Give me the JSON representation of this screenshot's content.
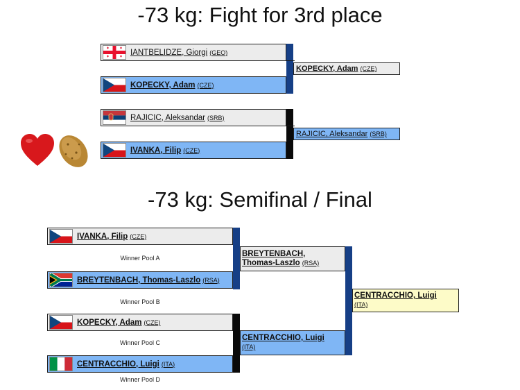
{
  "third_place": {
    "title": "-73 kg: Fight for 3rd place",
    "bout1": {
      "top": {
        "name": "IANTBELIDZE, Giorgi",
        "country": "(GEO)"
      },
      "bottom": {
        "name": "KOPECKY, Adam",
        "country": "(CZE)"
      },
      "winner": {
        "name": "KOPECKY, Adam",
        "country": "(CZE)"
      }
    },
    "bout2": {
      "top": {
        "name": "RAJICIC, Aleksandar",
        "country": "(SRB)"
      },
      "bottom": {
        "name": "IVANKA, Filip",
        "country": "(CZE)"
      },
      "winner": {
        "name": "RAJICIC, Aleksandar",
        "country": "(SRB)"
      }
    }
  },
  "final": {
    "title": "-73 kg: Semifinal / Final",
    "entries": [
      {
        "name": "IVANKA, Filip",
        "country": "(CZE)",
        "pool": "Winner Pool A"
      },
      {
        "name": "BREYTENBACH, Thomas-Laszlo",
        "country": "(RSA)",
        "pool": "Winner Pool B"
      },
      {
        "name": "KOPECKY, Adam",
        "country": "(CZE)",
        "pool": "Winner Pool C"
      },
      {
        "name": "CENTRACCHIO, Luigi",
        "country": "(ITA)",
        "pool": "Winner Pool D"
      }
    ],
    "semi1_winner": {
      "name_line1": "BREYTENBACH,",
      "name_line2": "Thomas-Laszlo",
      "country": "(RSA)"
    },
    "semi2_winner": {
      "name": "CENTRACCHIO, Luigi",
      "country": "(ITA)"
    },
    "champion": {
      "name": "CENTRACCHIO, Luigi",
      "country": "(ITA)"
    }
  },
  "colors": {
    "gray_slot": "#ececec",
    "blue_slot": "#7fb6f5",
    "gold_slot": "#fdfbc8",
    "navy_bar": "#163f86"
  },
  "icons": [
    "flag-georgia-icon",
    "flag-czech-icon",
    "flag-serbia-icon",
    "flag-south-africa-icon",
    "flag-italy-icon",
    "red-heart-icon",
    "potato-icon"
  ]
}
